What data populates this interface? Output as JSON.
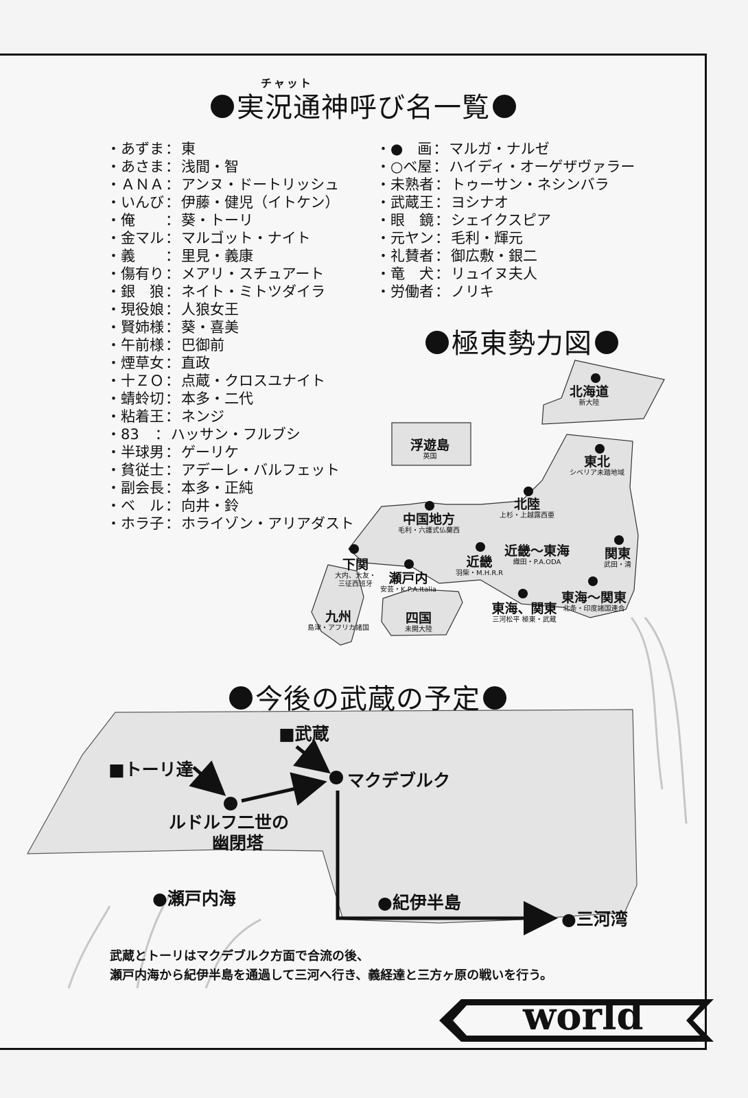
{
  "page": {
    "titles": {
      "nicknames": "実況通神呼び名一覧",
      "nicknames_ruby": "チャット",
      "map": "極東勢力図",
      "schedule": "今後の武蔵の予定"
    },
    "nicknames_left": [
      {
        "key": "あずま",
        "value": "東"
      },
      {
        "key": "あさま",
        "value": "浅間・智"
      },
      {
        "key": "ＡＮＡ",
        "value": "アンヌ・ドートリッシュ"
      },
      {
        "key": "いんび",
        "value": "伊藤・健児（イトケン）"
      },
      {
        "key": "俺　　",
        "value": "葵・トーリ"
      },
      {
        "key": "金マル",
        "value": "マルゴット・ナイト"
      },
      {
        "key": "義　　",
        "value": "里見・義康"
      },
      {
        "key": "傷有り",
        "value": "メアリ・スチュアート"
      },
      {
        "key": "銀　狼",
        "value": "ネイト・ミトツダイラ"
      },
      {
        "key": "現役娘",
        "value": "人狼女王"
      },
      {
        "key": "賢姉様",
        "value": "葵・喜美"
      },
      {
        "key": "午前様",
        "value": "巴御前"
      },
      {
        "key": "煙草女",
        "value": "直政"
      },
      {
        "key": "十ＺＯ",
        "value": "点蔵・クロスユナイト"
      },
      {
        "key": "蜻蛉切",
        "value": "本多・二代"
      },
      {
        "key": "粘着王",
        "value": "ネンジ"
      },
      {
        "key": "83　 ",
        "value": "ハッサン・フルブシ"
      },
      {
        "key": "半球男",
        "value": "ゲーリケ"
      },
      {
        "key": "貧従士",
        "value": "アデーレ・バルフェット"
      },
      {
        "key": "副会長",
        "value": "本多・正純"
      },
      {
        "key": "ベ　ル",
        "value": "向井・鈴"
      },
      {
        "key": "ホラ子",
        "value": "ホライゾン・アリアダスト"
      }
    ],
    "nicknames_right": [
      {
        "key": "●　画",
        "value": "マルガ・ナルゼ"
      },
      {
        "key": "○ベ屋",
        "value": "ハイディ・オーゲザヴァラー"
      },
      {
        "key": "未熟者",
        "value": "トゥーサン・ネシンバラ"
      },
      {
        "key": "武蔵王",
        "value": "ヨシナオ"
      },
      {
        "key": "眼　鏡",
        "value": "シェイクスピア"
      },
      {
        "key": "元ヤン",
        "value": "毛利・輝元"
      },
      {
        "key": "礼賛者",
        "value": "御広敷・銀二"
      },
      {
        "key": "竜　犬",
        "value": "リュイヌ夫人"
      },
      {
        "key": "労働者",
        "value": "ノリキ"
      }
    ],
    "map_regions": [
      {
        "name": "北海道",
        "sub": "新大陸"
      },
      {
        "name": "浮遊島",
        "sub": "英国"
      },
      {
        "name": "東北",
        "sub": "シベリア未踏地域"
      },
      {
        "name": "北陸",
        "sub": "上杉・上越露西亜"
      },
      {
        "name": "中国地方",
        "sub": "毛利・六護式仏蘭西"
      },
      {
        "name": "近畿〜東海",
        "sub": "織田・P.A.ODA"
      },
      {
        "name": "関東",
        "sub": "武田・清"
      },
      {
        "name": "下関",
        "sub": "大内、大友・三征西班牙"
      },
      {
        "name": "近畿",
        "sub": "羽柴・M.H.R.R"
      },
      {
        "name": "瀬戸内",
        "sub": "安芸・K.P.A.Italia"
      },
      {
        "name": "東海〜関東",
        "sub": "北条・印度諸国連合"
      },
      {
        "name": "九州",
        "sub": "島津・アフリカ諸国"
      },
      {
        "name": "四国",
        "sub": "未開大陸"
      },
      {
        "name": "東海、関東",
        "sub": "三河松平 極東・武蔵"
      }
    ],
    "schedule": {
      "musashi": "■武蔵",
      "tori": "■トーリ達",
      "magdeburg": "マクデブルク",
      "tower_l1": "ルドルフ二世の",
      "tower_l2": "幽閉塔",
      "seto": "●瀬戸内海",
      "kii": "●紀伊半島",
      "mikawa": "●三河湾",
      "note_l1": "武蔵とトーリはマクデブルク方面で合流の後、",
      "note_l2": "瀬戸内海から紀伊半島を通過して三河へ行き、義経達と三方ヶ原の戦いを行う。"
    },
    "footer_tag": "world"
  }
}
